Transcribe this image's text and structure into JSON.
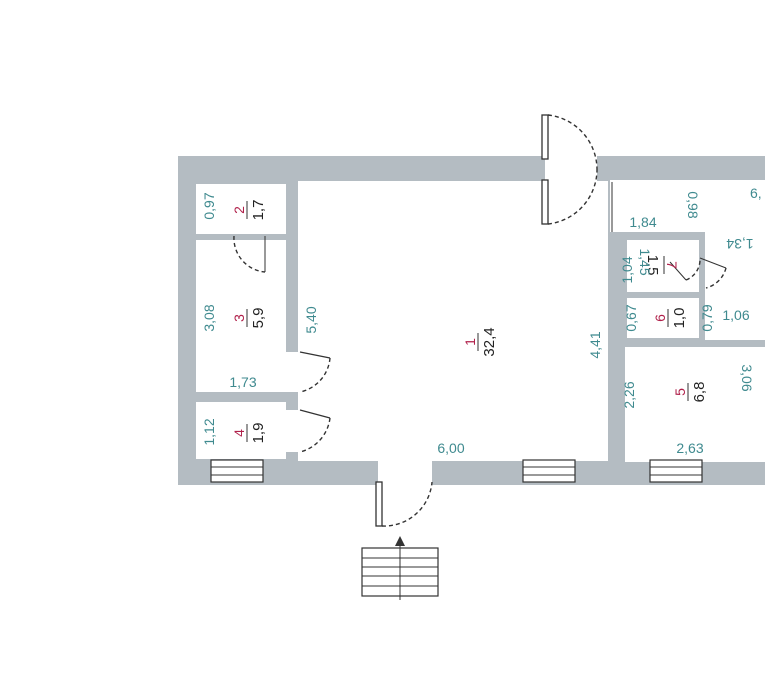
{
  "rooms": [
    {
      "num": "1",
      "area": "32,4"
    },
    {
      "num": "2",
      "area": "1,7"
    },
    {
      "num": "3",
      "area": "5,9"
    },
    {
      "num": "4",
      "area": "1,9"
    },
    {
      "num": "5",
      "area": "6,8"
    },
    {
      "num": "6",
      "area": "1,0"
    },
    {
      "num": "7",
      "area": "1,5"
    }
  ],
  "dimensions": {
    "d097": "0,97",
    "d308": "3,08",
    "d540": "5,40",
    "d173": "1,73",
    "d112": "1,12",
    "d600": "6,00",
    "d441": "4,41",
    "d098": "0,98",
    "d184": "1,84",
    "d134": "1,34",
    "d145": "1,45",
    "d104": "1,04",
    "d067": "0,67",
    "d079": "0,79",
    "d106": "1,06",
    "d306": "3,06",
    "d226": "2,26",
    "d263": "2,63",
    "d6x": "6,"
  }
}
